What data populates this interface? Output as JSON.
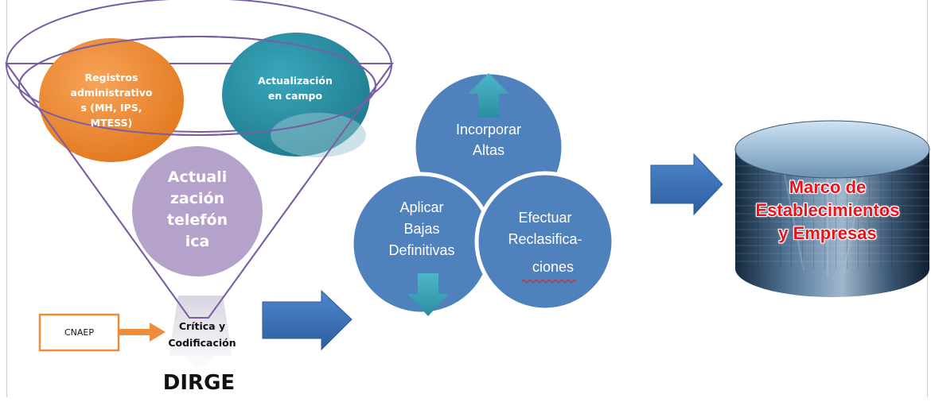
{
  "funnel": {
    "registros_label": "Registros\nadministrativo\ns (MH, IPS,\nMTESS)",
    "campo_label": "Actualización\nen campo",
    "telefonica_label": "Actuali\nzación\ntelefón\nica"
  },
  "process": {
    "critica_label": "Crítica y\nCodificación",
    "cnaep_label": "CNAEP",
    "dirge_label": "DIRGE"
  },
  "cycle": {
    "altas_label": "Incorporar\nAltas",
    "bajas_label": "Aplicar\nBajas\nDefinitivas",
    "reclasif_line1": "Efectuar\nReclasifica-",
    "reclasif_line2": "ciones"
  },
  "output": {
    "marco_label": "Marco de\nEstablecimientos\ny Empresas"
  },
  "colors": {
    "orange": "#ee8a35",
    "teal": "#2e93a8",
    "lavender": "#b5a2ca",
    "cycle_blue": "#4f81bd",
    "arrow_blue": "#4478c2",
    "red_text": "#e8131b"
  }
}
